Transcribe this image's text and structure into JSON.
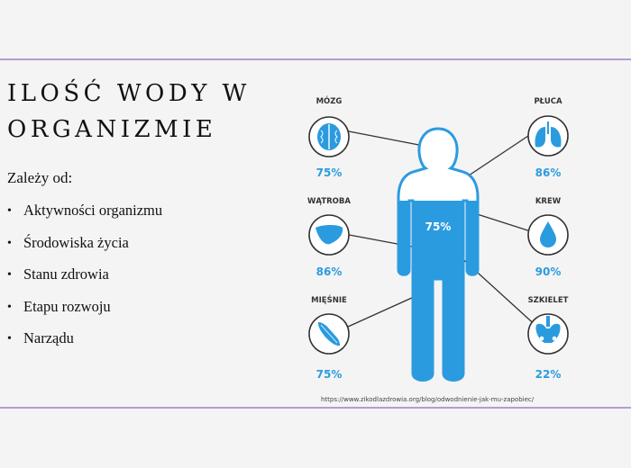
{
  "slide": {
    "title": "ILOŚĆ WODY W ORGANIZMIE",
    "subtitle": "Zależy od:",
    "bullets": [
      "Aktywności organizmu",
      "Środowiska życia",
      "Stanu zdrowia",
      "Etapu rozwoju",
      "Narządu"
    ]
  },
  "infographic": {
    "body_percent": "75%",
    "organs": [
      {
        "key": "brain",
        "label": "MÓZG",
        "percent": "75%",
        "icon": "brain-icon"
      },
      {
        "key": "liver",
        "label": "WĄTROBA",
        "percent": "86%",
        "icon": "liver-icon"
      },
      {
        "key": "muscles",
        "label": "MIĘŚNIE",
        "percent": "75%",
        "icon": "muscle-icon"
      },
      {
        "key": "lungs",
        "label": "PŁUCA",
        "percent": "86%",
        "icon": "lungs-icon"
      },
      {
        "key": "blood",
        "label": "KREW",
        "percent": "90%",
        "icon": "water-drop-icon"
      },
      {
        "key": "skeleton",
        "label": "SZKIELET",
        "percent": "22%",
        "icon": "pelvis-bone-icon"
      }
    ],
    "source": "https://www.zikodlazdrowia.org/blog/odwodnienie-jak-mu-zapobiec/"
  },
  "colors": {
    "accent": "#2b9be0",
    "rule": "#b79ad6",
    "text": "#111111"
  }
}
